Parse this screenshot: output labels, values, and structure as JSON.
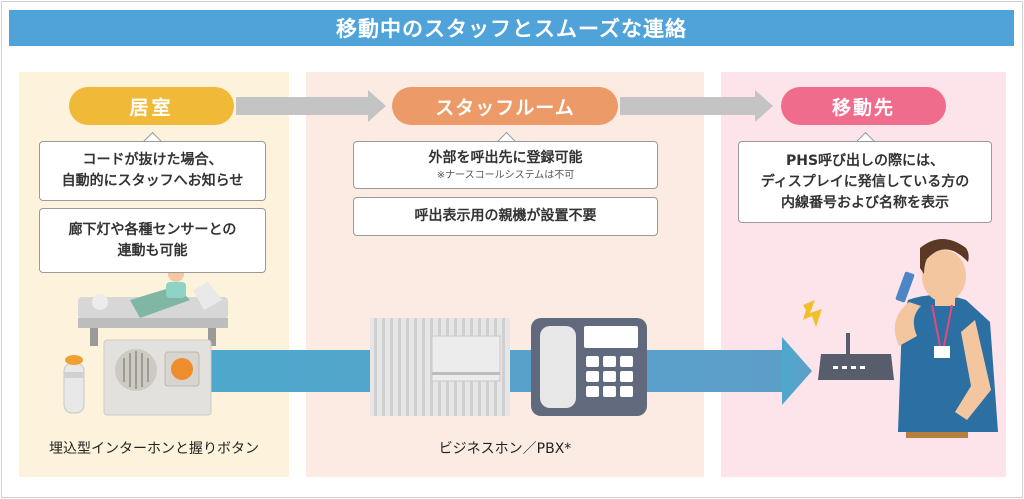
{
  "header": {
    "title": "移動中のスタッフとスムーズな連絡"
  },
  "rooms": {
    "room": {
      "label": "居室"
    },
    "staff_room": {
      "label": "スタッフルーム"
    },
    "destination": {
      "label": "移動先"
    }
  },
  "notes": {
    "room_1": {
      "line1": "コードが抜けた場合、",
      "line2": "自動的にスタッフへお知らせ"
    },
    "room_2": {
      "line1": "廊下灯や各種センサーとの",
      "line2": "連動も可能"
    },
    "staff_1": {
      "line1": "外部を呼出先に登録可能",
      "note": "※ナースコールシステムは不可"
    },
    "staff_2": {
      "line1": "呼出表示用の親機が設置不要"
    },
    "dest_1": {
      "line1": "PHS呼び出しの際には、",
      "line2": "ディスプレイに発信している方の",
      "line3": "内線番号および名称を表示"
    }
  },
  "captions": {
    "intercom": "埋込型インターホンと握りボタン",
    "pbx": "ビジネスホン／PBX*"
  },
  "colors": {
    "header": "#4fa3d9",
    "room": "#f1b938",
    "staff_room": "#ec9b68",
    "destination": "#ef6c8d",
    "connection": "#4ea8cc"
  }
}
